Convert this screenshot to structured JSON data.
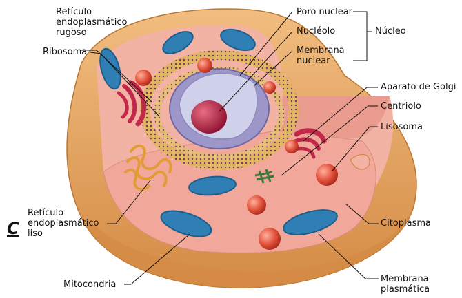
{
  "diagram": {
    "letter": "C",
    "labels": {
      "rer": "Retículo\nendoplasmático\nrugoso",
      "ribosoma": "Ribosoma",
      "poro": "Poro nuclear",
      "nucleolo": "Nucléolo",
      "membrana_nuclear": "Membrana\nnuclear",
      "nucleo": "Núcleo",
      "golgi": "Aparato de Golgi",
      "centriolo": "Centriolo",
      "lisosoma": "Lisosoma",
      "citoplasma": "Citoplasma",
      "rel": "Retículo\nendoplasmático\nliso",
      "mitocondria": "Mitocondria",
      "membrana_plasmatica": "Membrana\nplasmática"
    }
  },
  "colors": {
    "membrane_outer": "#e8a865",
    "membrane_dark": "#c9823e",
    "cytoplasm": "#f4b7a8",
    "cytoplasm_cut": "#e8988c",
    "mitochondria": "#2f7fb5",
    "lysosome": "#e0503a",
    "nucleus": "#b9b6d6",
    "nucleolus": "#b5203a",
    "golgi": "#c2284a",
    "er": "#e5b463"
  }
}
